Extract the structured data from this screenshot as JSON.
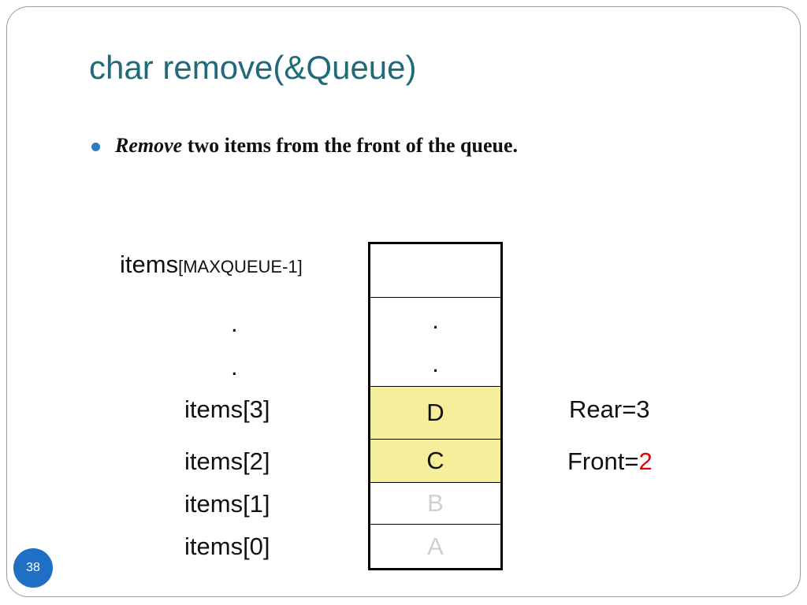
{
  "title": "char remove(&Queue)",
  "bullet": {
    "em": "Remove",
    "rest": " two items from the front of the queue."
  },
  "labels": {
    "top_main": "items",
    "top_sub": "[MAXQUEUE-1]",
    "dot1": ".",
    "dot2": ".",
    "i3": "items[3]",
    "i2": "items[2]",
    "i1": "items[1]",
    "i0": "items[0]"
  },
  "cells": {
    "top": "",
    "dot1": ".",
    "dot2": ".",
    "c3": "D",
    "c2": "C",
    "c1": "B",
    "c0": "A"
  },
  "status": {
    "rear": "Rear=3",
    "front_label": "Front=",
    "front_value": "2"
  },
  "page_number": "38",
  "colors": {
    "title": "#1f6b7a",
    "highlight": "#f5ee9a",
    "faded": "#d0d0d0",
    "front_value": "#e60000",
    "badge": "#1f6fc5"
  }
}
